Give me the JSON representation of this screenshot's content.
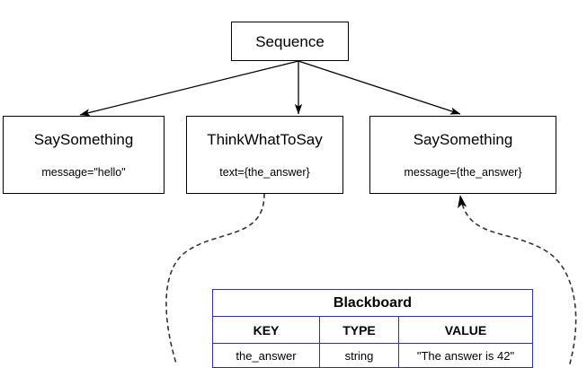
{
  "diagram": {
    "type": "behavior-tree",
    "root": {
      "title": "Sequence"
    },
    "nodes": [
      {
        "id": "say-something-hello",
        "title": "SaySomething",
        "subtitle": "message=\"hello\""
      },
      {
        "id": "think-what-to-say",
        "title": "ThinkWhatToSay",
        "subtitle": "text={the_answer}"
      },
      {
        "id": "say-something-answer",
        "title": "SaySomething",
        "subtitle": "message={the_answer}"
      }
    ]
  },
  "blackboard": {
    "title": "Blackboard",
    "columns": [
      "KEY",
      "TYPE",
      "VALUE"
    ],
    "rows": [
      {
        "key": "the_answer",
        "type": "string",
        "value": "\"The answer is 42\""
      }
    ]
  },
  "colors": {
    "table_border": "#2a2ae8",
    "node_border": "#000000",
    "edge": "#000000",
    "background": "#ffffff"
  }
}
